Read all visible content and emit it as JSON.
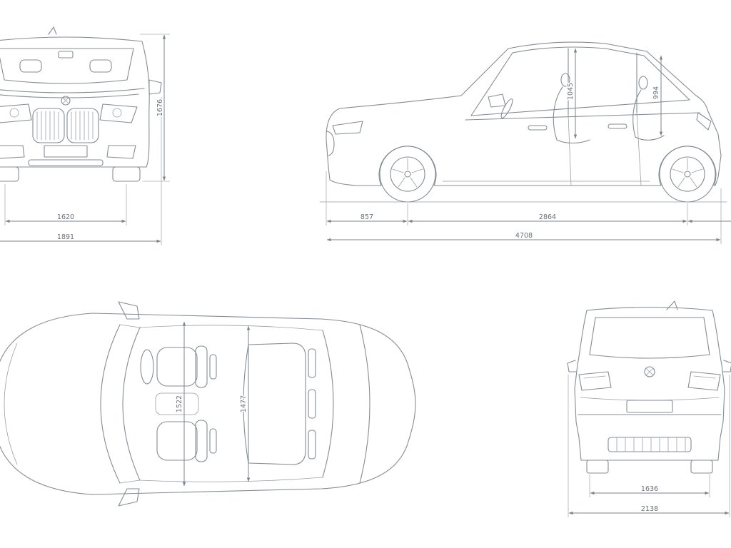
{
  "colors": {
    "car_line": "#868c94",
    "dimension_line": "#7e848d",
    "label_text": "#6a6f78",
    "background": "#ffffff"
  },
  "views": {
    "front": {
      "dims": {
        "overall_height": "1676",
        "track_width": "1620",
        "overall_width": "1891"
      }
    },
    "side": {
      "dims": {
        "headroom_front": "1045",
        "headroom_rear": "994",
        "front_overhang": "857",
        "wheelbase": "2864",
        "overall_length": "4708"
      }
    },
    "top": {
      "dims": {
        "interior_width_front": "1522",
        "interior_width_rear": "1477"
      }
    },
    "rear": {
      "dims": {
        "track_rear": "1636",
        "width_incl_mirrors": "2138"
      }
    }
  }
}
